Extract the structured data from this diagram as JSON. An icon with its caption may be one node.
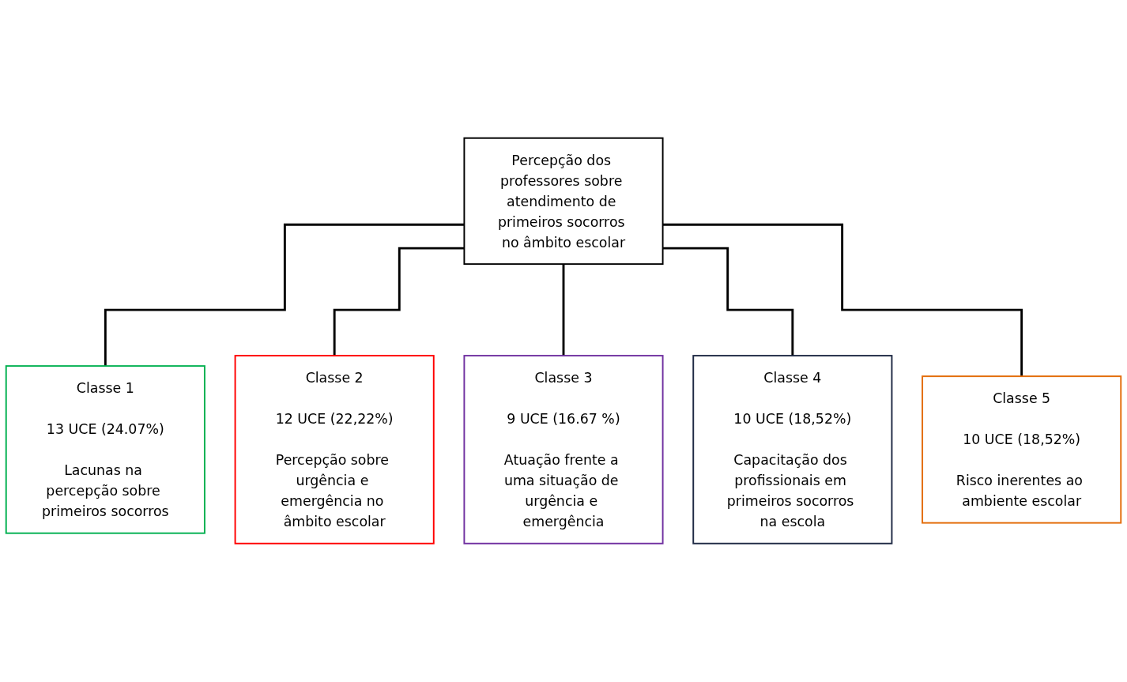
{
  "diagram": {
    "nodes": [
      {
        "text": [
          "Percepção dos professores sobre atendimento de primeiros socorros no âmbito escolar"
        ]
      },
      {
        "text": [
          "Classe 1",
          "13 UCE (24.07%)",
          "Lacunas na percepção sobre primeiros socorros"
        ]
      },
      {
        "text": [
          "Classe 2",
          "12 UCE (22,22%)",
          "Percepção sobre urgência e emergência no âmbito escolar"
        ]
      },
      {
        "text": [
          "Classe 3",
          "9 UCE (16.67 %)",
          "Atuação frente a uma situação de urgência e emergência"
        ]
      },
      {
        "text": [
          "Classe 4",
          "10 UCE (18,52%)",
          "Capacitação dos profissionais em primeiros socorros na escola"
        ]
      },
      {
        "text": [
          "Classe 5",
          "10 UCE (18,52%)",
          "Risco inerentes ao ambiente escolar"
        ]
      }
    ],
    "edges": [
      {
        "from": 0,
        "to": 1,
        "arrow": "none"
      },
      {
        "from": 0,
        "to": 2,
        "arrow": "none"
      },
      {
        "from": 0,
        "to": 3,
        "arrow": "none"
      },
      {
        "from": 0,
        "to": 4,
        "arrow": "none"
      },
      {
        "from": 0,
        "to": 5,
        "arrow": "none"
      }
    ]
  }
}
